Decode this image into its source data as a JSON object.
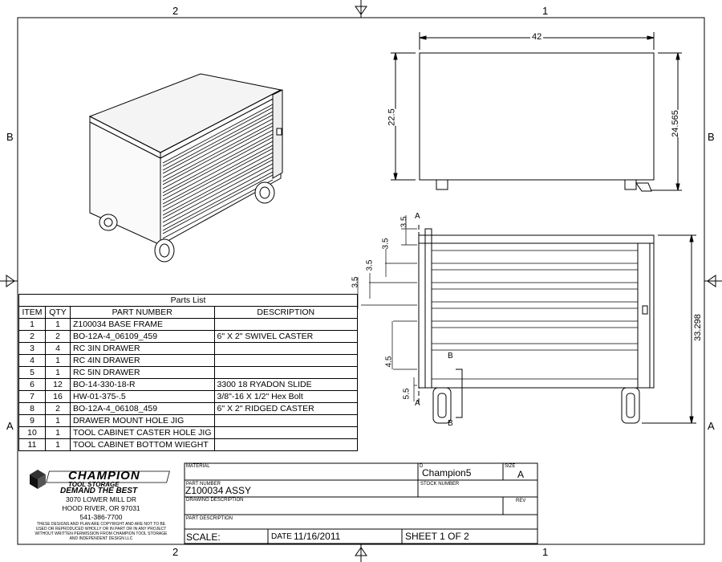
{
  "border_zones": {
    "top_left": "2",
    "top_right": "1",
    "bottom_left": "2",
    "bottom_right": "1",
    "left_upper": "B",
    "left_lower": "A",
    "right_upper": "B",
    "right_lower": "A"
  },
  "front_view": {
    "width": "42",
    "height_body": "22.5",
    "height_total": "24.565"
  },
  "side_view": {
    "height_total": "33.298",
    "dims": [
      "3.5",
      "3.5",
      "3.5",
      "4.5",
      "5.5"
    ],
    "section_labels": [
      "A",
      "A",
      "B",
      "B"
    ]
  },
  "parts_list": {
    "title": "Parts List",
    "headers": [
      "ITEM",
      "QTY",
      "PART NUMBER",
      "DESCRIPTION"
    ],
    "rows": [
      {
        "item": "1",
        "qty": "1",
        "part": "Z100034 BASE FRAME",
        "desc": ""
      },
      {
        "item": "2",
        "qty": "2",
        "part": "BO-12A-4_06109_459",
        "desc": "6\" X 2\" SWIVEL CASTER"
      },
      {
        "item": "3",
        "qty": "4",
        "part": "RC 3IN DRAWER",
        "desc": ""
      },
      {
        "item": "4",
        "qty": "1",
        "part": "RC 4IN DRAWER",
        "desc": ""
      },
      {
        "item": "5",
        "qty": "1",
        "part": "RC 5IN DRAWER",
        "desc": ""
      },
      {
        "item": "6",
        "qty": "12",
        "part": "BO-14-330-18-R",
        "desc": "3300 18 RYADON SLIDE"
      },
      {
        "item": "7",
        "qty": "16",
        "part": "HW-01-375-.5",
        "desc": "3/8\"-16 X 1/2\" Hex Bolt"
      },
      {
        "item": "8",
        "qty": "2",
        "part": "BO-12A-4_06108_459",
        "desc": "6\" X 2\" RIDGED CASTER"
      },
      {
        "item": "9",
        "qty": "1",
        "part": "DRAWER MOUNT HOLE JIG",
        "desc": ""
      },
      {
        "item": "10",
        "qty": "1",
        "part": "TOOL CABINET CASTER HOLE JIG",
        "desc": ""
      },
      {
        "item": "11",
        "qty": "1",
        "part": "TOOL CABINET BOTTOM WIEGHT",
        "desc": ""
      }
    ]
  },
  "title_block": {
    "logo_text": "CHAMPION",
    "logo_sub": "TOOL STORAGE",
    "slogan": "DEMAND THE BEST",
    "address1": "3070 LOWER MILL DR",
    "address2": "HOOD RIVER, OR 97031",
    "phone": "541-386-7700",
    "disclaimer1": "THESE DESIGNS AND PLAN ARE COPYRIGHT AND ARE NOT TO BE",
    "disclaimer2": "USED OR REPRODUCED WHOLLY OR IN PART OR IN ANY PROJECT",
    "disclaimer3": "WITHOUT WRITTEN PERMISSION FROM CHAMPION TOOL STORAGE",
    "disclaimer4": "AND INDEPENDENT DESIGN LLC",
    "material_label": "MATERIAL",
    "part_number_label": "PART NUMBER",
    "part_number": "Z100034 ASSY",
    "drawing_desc_label": "DRAWING DESCRIPTION",
    "part_desc_label": "PART DESCRIPTION",
    "designer_label": "D",
    "designer": "Champion5",
    "size_label": "SIZE",
    "size": "A",
    "stock_label": "STOCK NUMBER",
    "rev_label": "REV",
    "scale_label": "SCALE:",
    "date_label": "DATE",
    "date": "11/16/2011",
    "sheet": "SHEET 1  OF 2"
  }
}
